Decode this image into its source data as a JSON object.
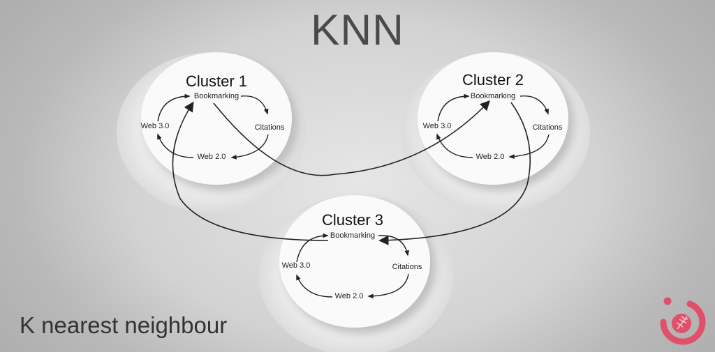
{
  "title": "KNN",
  "subtitle": "K nearest neighbour",
  "logo": {
    "icon": "wheat-logo-icon",
    "color": "#e0506a"
  },
  "clusters": [
    {
      "name": "Cluster 1",
      "nodes": {
        "top": "Bookmarking",
        "right": "Citations",
        "bottom": "Web 2.0",
        "left": "Web 3.0"
      }
    },
    {
      "name": "Cluster 2",
      "nodes": {
        "top": "Bookmarking",
        "right": "Citations",
        "bottom": "Web 2.0",
        "left": "Web 3.0"
      }
    },
    {
      "name": "Cluster 3",
      "nodes": {
        "top": "Bookmarking",
        "right": "Citations",
        "bottom": "Web 2.0",
        "left": "Web 3.0"
      }
    }
  ],
  "links": [
    {
      "from": "Cluster 1 Bookmarking",
      "to": "Cluster 2 Bookmarking"
    },
    {
      "from": "Cluster 2 Bookmarking",
      "to": "Cluster 3 Bookmarking"
    },
    {
      "from": "Cluster 3 Bookmarking",
      "to": "Cluster 1 Bookmarking"
    }
  ]
}
